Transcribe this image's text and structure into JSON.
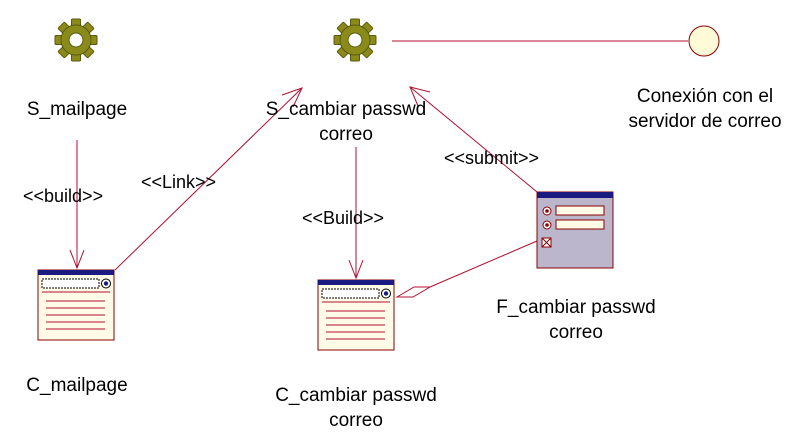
{
  "colors": {
    "gear_fill": "#8b8b1a",
    "gear_stroke": "#5a5a10",
    "line": "#b01030",
    "page_fill": "#fffbe6",
    "page_stroke": "#8b0000",
    "title_bar": "#1a1a80",
    "form_fill": "#bbb6cc",
    "interface_fill": "#fffbd6"
  },
  "nodes": {
    "s_mailpage": {
      "label": "S_mailpage",
      "icon": "gear-icon"
    },
    "s_cambiar": {
      "label": "S_cambiar passwd\ncorreo",
      "icon": "gear-icon"
    },
    "conexion": {
      "label": "Conexión con el\nservidor de correo",
      "icon": "interface-circle-icon"
    },
    "c_mailpage": {
      "label": "C_mailpage",
      "icon": "client-page-icon"
    },
    "c_cambiar": {
      "label": "C_cambiar passwd\ncorreo",
      "icon": "client-page-icon"
    },
    "f_cambiar": {
      "label": "F_cambiar passwd\ncorreo",
      "icon": "form-icon"
    }
  },
  "edges": {
    "build1": {
      "label": "<<build>>"
    },
    "link": {
      "label": "<<Link>>"
    },
    "build2": {
      "label": "<<Build>>"
    },
    "submit": {
      "label": "<<submit>>"
    }
  }
}
